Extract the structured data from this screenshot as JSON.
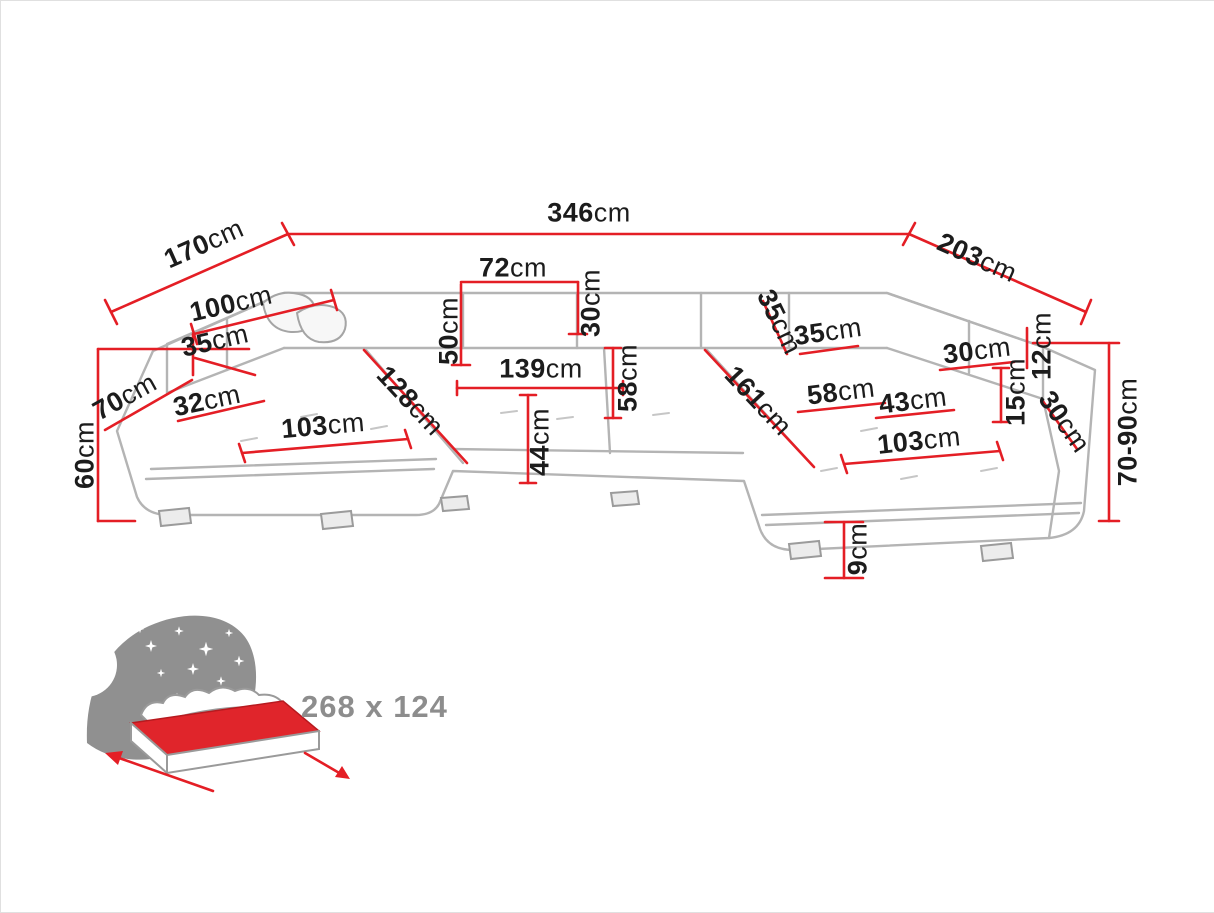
{
  "diagram": {
    "subject": "u-shaped-sectional-sofa-dimensions",
    "unit": "cm"
  },
  "dims": [
    {
      "label": "total-back-width",
      "value": "346",
      "unit": "cm"
    },
    {
      "label": "left-side-depth",
      "value": "170",
      "unit": "cm"
    },
    {
      "label": "right-side-depth",
      "value": "203",
      "unit": "cm"
    },
    {
      "label": "left-arm-length",
      "value": "100",
      "unit": "cm"
    },
    {
      "label": "left-arm-width",
      "value": "35",
      "unit": "cm"
    },
    {
      "label": "headrest-width",
      "value": "72",
      "unit": "cm"
    },
    {
      "label": "headrest-height",
      "value": "30",
      "unit": "cm"
    },
    {
      "label": "backrest-height",
      "value": "50",
      "unit": "cm"
    },
    {
      "label": "center-seat-width",
      "value": "139",
      "unit": "cm"
    },
    {
      "label": "seat-depth",
      "value": "58",
      "unit": "cm"
    },
    {
      "label": "seat-height",
      "value": "44",
      "unit": "cm"
    },
    {
      "label": "left-chaise-length",
      "value": "128",
      "unit": "cm"
    },
    {
      "label": "left-front-width",
      "value": "32",
      "unit": "cm"
    },
    {
      "label": "left-chaise-width",
      "value": "103",
      "unit": "cm"
    },
    {
      "label": "left-outer-depth",
      "value": "70",
      "unit": "cm"
    },
    {
      "label": "left-side-height",
      "value": "60",
      "unit": "cm"
    },
    {
      "label": "right-chaise-length",
      "value": "161",
      "unit": "cm"
    },
    {
      "label": "right-back-gap",
      "value": "35",
      "unit": "cm"
    },
    {
      "label": "right-back-width",
      "value": "35",
      "unit": "cm"
    },
    {
      "label": "right-seat-depth",
      "value": "58",
      "unit": "cm"
    },
    {
      "label": "right-arm-length",
      "value": "30",
      "unit": "cm"
    },
    {
      "label": "right-arm-inner-height",
      "value": "15",
      "unit": "cm"
    },
    {
      "label": "right-arm-top-width",
      "value": "12",
      "unit": "cm"
    },
    {
      "label": "right-seat-width",
      "value": "43",
      "unit": "cm"
    },
    {
      "label": "right-arm-width",
      "value": "30",
      "unit": "cm"
    },
    {
      "label": "right-chaise-width",
      "value": "103",
      "unit": "cm"
    },
    {
      "label": "overall-height",
      "value": "70-90",
      "unit": "cm"
    },
    {
      "label": "leg-height",
      "value": "9",
      "unit": "cm"
    }
  ],
  "sleeping_area": {
    "label": "268 x 124"
  },
  "colors": {
    "dimension_red": "#e41e25",
    "text_dark": "#1c1c1c",
    "sofa_gray": "#b4b4b4",
    "icon_gray": "#909090",
    "mattress_red": "#e0252b",
    "icon_text_gray": "#8d8d8d"
  }
}
